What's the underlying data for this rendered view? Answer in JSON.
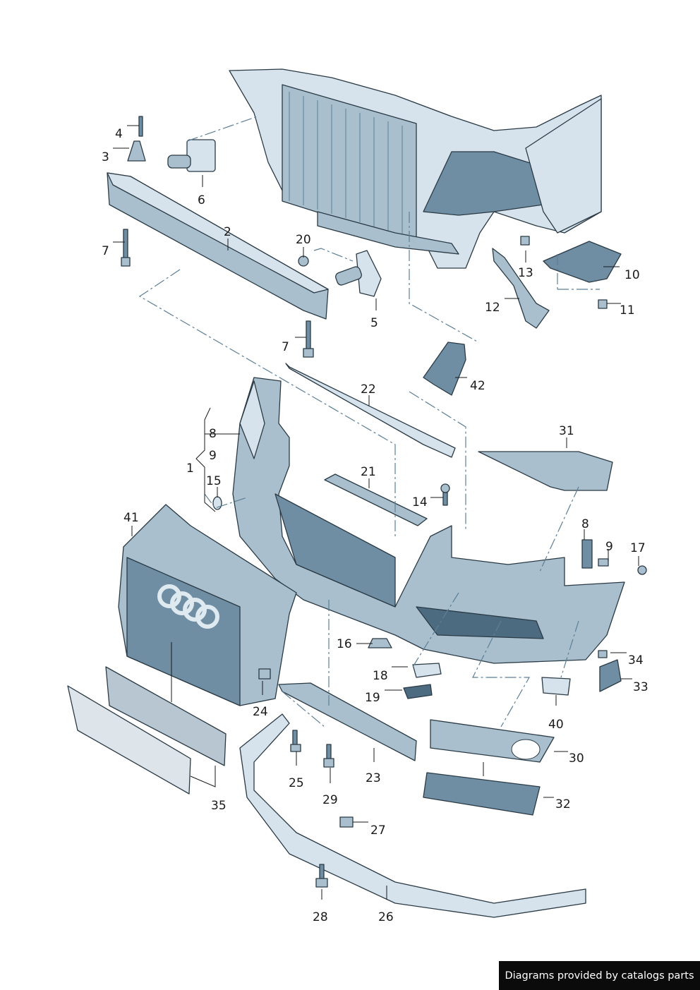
{
  "diagram": {
    "callouts": {
      "c1": "1",
      "c2": "2",
      "c3": "3",
      "c4": "4",
      "c5": "5",
      "c6": "6",
      "c7a": "7",
      "c7b": "7",
      "c8a": "8",
      "c8b": "8",
      "c9a": "9",
      "c9b": "9",
      "c10": "10",
      "c11": "11",
      "c12": "12",
      "c13": "13",
      "c14": "14",
      "c15": "15",
      "c16": "16",
      "c17": "17",
      "c18": "18",
      "c19": "19",
      "c20": "20",
      "c21": "21",
      "c22": "22",
      "c23": "23",
      "c24": "24",
      "c25": "25",
      "c26": "26",
      "c27": "27",
      "c28": "28",
      "c29": "29",
      "c30": "30",
      "c31": "31",
      "c32": "32",
      "c33": "33",
      "c34": "34",
      "c35": "35",
      "c40": "40",
      "c41": "41",
      "c42": "42"
    }
  },
  "footer": {
    "credit": "Diagrams provided by catalogs parts"
  }
}
